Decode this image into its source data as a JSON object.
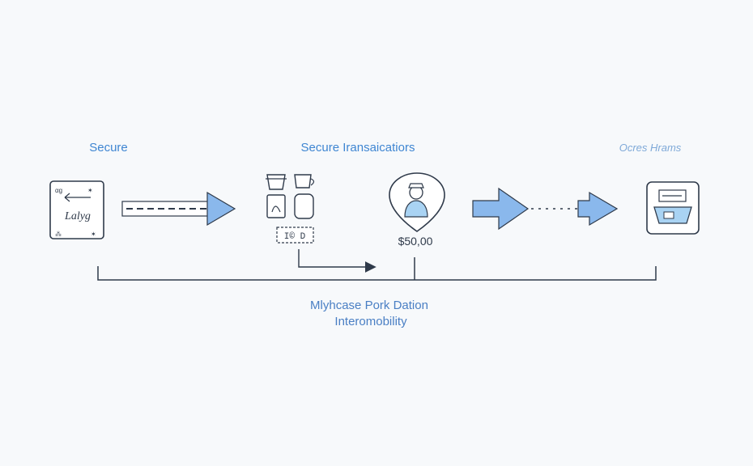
{
  "labels": {
    "left": "Secure",
    "middle": "Secure Iransaicatiors",
    "right": "Ocres Hrams"
  },
  "icons": {
    "left_box_text": "Lalyg",
    "receipt_text": "I© D",
    "person_amount": "$50,00"
  },
  "caption": {
    "line1": "Mlyhcase Pork Dation",
    "line2": "Interomobility"
  },
  "colors": {
    "accent": "#3f86d2",
    "arrow_fill": "#8ab8ec",
    "stroke": "#2f3a4a"
  }
}
